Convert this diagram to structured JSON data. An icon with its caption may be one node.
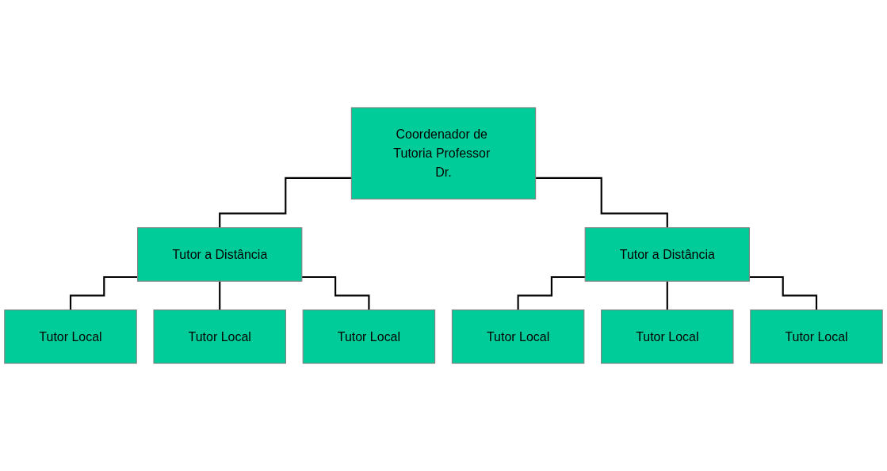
{
  "diagram": {
    "nodes": [
      {
        "text": [
          "Coordenador de Tutoria Professor Dr."
        ]
      },
      {
        "text": [
          "Tutor a Distância"
        ]
      },
      {
        "text": [
          "Tutor a Distância"
        ]
      },
      {
        "text": [
          "Tutor Local"
        ]
      },
      {
        "text": [
          "Tutor Local"
        ]
      },
      {
        "text": [
          "Tutor Local"
        ]
      },
      {
        "text": [
          "Tutor Local"
        ]
      },
      {
        "text": [
          "Tutor Local"
        ]
      },
      {
        "text": [
          "Tutor Local"
        ]
      }
    ],
    "edges": [
      {
        "from": 0,
        "to": 1,
        "arrow": "none"
      },
      {
        "from": 0,
        "to": 2,
        "arrow": "none"
      },
      {
        "from": 1,
        "to": 3,
        "arrow": "none"
      },
      {
        "from": 1,
        "to": 4,
        "arrow": "none"
      },
      {
        "from": 1,
        "to": 5,
        "arrow": "none"
      },
      {
        "from": 2,
        "to": 6,
        "arrow": "none"
      },
      {
        "from": 2,
        "to": 7,
        "arrow": "none"
      },
      {
        "from": 2,
        "to": 8,
        "arrow": "none"
      }
    ]
  }
}
